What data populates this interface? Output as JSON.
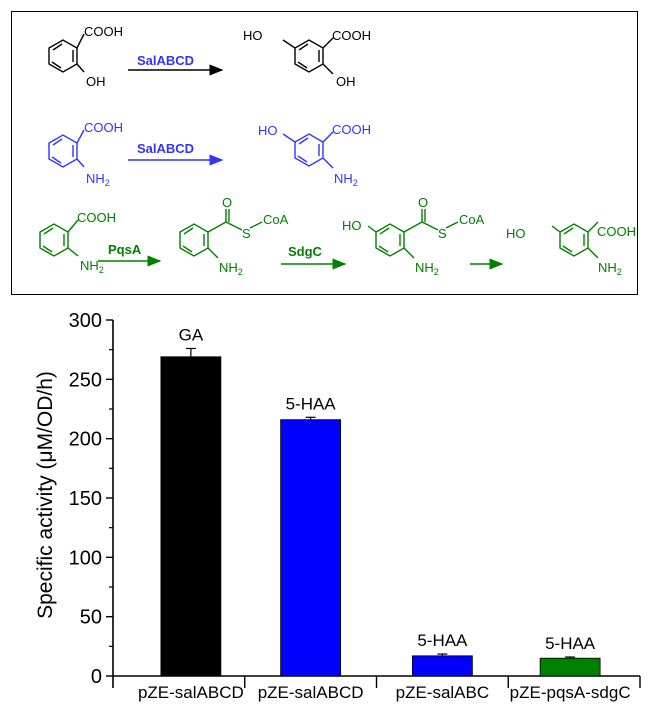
{
  "scheme": {
    "colors": {
      "black": "#000000",
      "blue": "#3333ff",
      "green": "#008000"
    },
    "row1": {
      "substrate_group": "COOH",
      "substrate_oh": "OH",
      "enzyme": "SalABCD",
      "product_ho": "HO",
      "product_group": "COOH",
      "product_oh": "OH"
    },
    "row2": {
      "substrate_group": "COOH",
      "substrate_nh2": "NH",
      "substrate_nh2_sub": "2",
      "enzyme": "SalABCD",
      "product_ho": "HO",
      "product_group": "COOH",
      "product_nh2": "NH",
      "product_nh2_sub": "2"
    },
    "row3": {
      "substrate_group": "COOH",
      "substrate_nh2": "NH",
      "substrate_nh2_sub": "2",
      "enzyme1": "PqsA",
      "int1_o": "O",
      "int1_s": "S",
      "int1_coa": "CoA",
      "int1_nh2": "NH",
      "int1_nh2_sub": "2",
      "enzyme2": "SdgC",
      "int2_ho": "HO",
      "int2_o": "O",
      "int2_s": "S",
      "int2_coa": "CoA",
      "int2_nh2": "NH",
      "int2_nh2_sub": "2",
      "product_ho": "HO",
      "product_group": "COOH",
      "product_nh2": "NH",
      "product_nh2_sub": "2"
    }
  },
  "chart_data": {
    "type": "bar",
    "categories": [
      "pZE-salABCD",
      "pZE-salABCD",
      "pZE-salABC",
      "pZE-pqsA-sdgC"
    ],
    "values": [
      269,
      216,
      17,
      15
    ],
    "errors": [
      7,
      2,
      1.5,
      1
    ],
    "data_labels": [
      "GA",
      "5-HAA",
      "5-HAA",
      "5-HAA"
    ],
    "colors": [
      "#000000",
      "#0000ff",
      "#0000ff",
      "#008000"
    ],
    "ylabel": "Specific activity (μM/OD/h)",
    "xlabel": "",
    "ylim": [
      0,
      300
    ],
    "yticks": [
      "0",
      "50",
      "100",
      "150",
      "200",
      "250",
      "300"
    ],
    "grid": false
  }
}
